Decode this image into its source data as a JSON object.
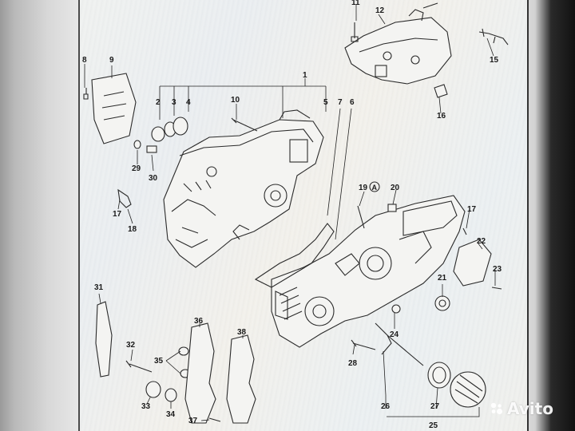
{
  "diagram": {
    "callouts": {
      "c1": "1",
      "c2": "2",
      "c3": "3",
      "c4": "4",
      "c5": "5",
      "c6": "6",
      "c7": "7",
      "c8": "8",
      "c9": "9",
      "c10": "10",
      "c11": "11",
      "c12": "12",
      "c15": "15",
      "c16": "16",
      "c17a": "17",
      "c17b": "17",
      "c18": "18",
      "c19": "19",
      "cA": "A",
      "c20": "20",
      "c21": "21",
      "c22": "22",
      "c23": "23",
      "c24": "24",
      "c25": "25",
      "c26": "26",
      "c27": "27",
      "c28": "28",
      "c29": "29",
      "c30": "30",
      "c31": "31",
      "c32": "32",
      "c33": "33",
      "c34": "34",
      "c35": "35",
      "c36": "36",
      "c37": "37",
      "c38": "38"
    }
  },
  "watermark": {
    "text": "Avito"
  },
  "colors": {
    "line": "#2b2b2b",
    "paper": "#eeeeea"
  }
}
